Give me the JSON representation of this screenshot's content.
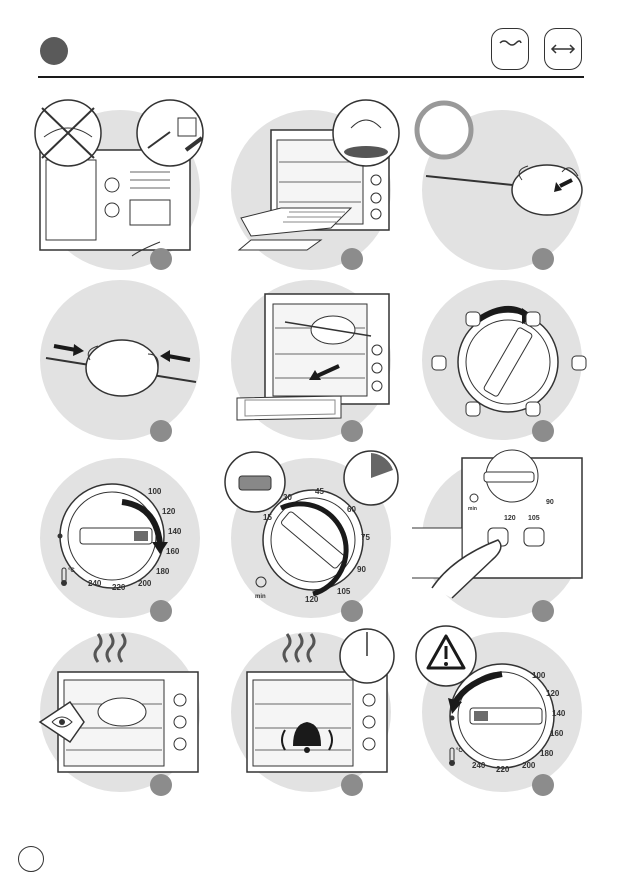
{
  "header": {
    "icons": [
      "steam-icon",
      "width-arrows-icon"
    ]
  },
  "steps": [
    {
      "id": 1,
      "icon": "unplug-power-icon"
    },
    {
      "id": 2,
      "icon": "insert-tray-icon"
    },
    {
      "id": 3,
      "icon": "spit-insert-chicken-icon"
    },
    {
      "id": 4,
      "icon": "fork-clamp-chicken-icon"
    },
    {
      "id": 5,
      "icon": "place-rotisserie-icon"
    },
    {
      "id": 6,
      "icon": "function-selector-icon"
    },
    {
      "id": 7,
      "icon": "temperature-knob-icon"
    },
    {
      "id": 8,
      "icon": "timer-knob-icon"
    },
    {
      "id": 9,
      "icon": "rotisserie-button-icon"
    },
    {
      "id": 10,
      "icon": "watch-cooking-icon"
    },
    {
      "id": 11,
      "icon": "end-bell-icon"
    },
    {
      "id": 12,
      "icon": "hot-warning-icon"
    }
  ],
  "temperature_knob": {
    "unit": "°C",
    "marks": [
      "100",
      "120",
      "140",
      "160",
      "180",
      "200",
      "220",
      "240"
    ]
  },
  "timer_knob": {
    "unit": "min",
    "marks": [
      "15",
      "30",
      "45",
      "60",
      "75",
      "90",
      "105",
      "120"
    ]
  },
  "timer_detail": {
    "marks": [
      "90",
      "105",
      "120"
    ],
    "unit": "min"
  },
  "colors": {
    "step_badge": "#8c8c8c",
    "circle_bg": "#e2e2e2",
    "header_dot": "#5a5a5a",
    "ink": "#1a1a1a",
    "indicator": "#6b6b6b"
  }
}
